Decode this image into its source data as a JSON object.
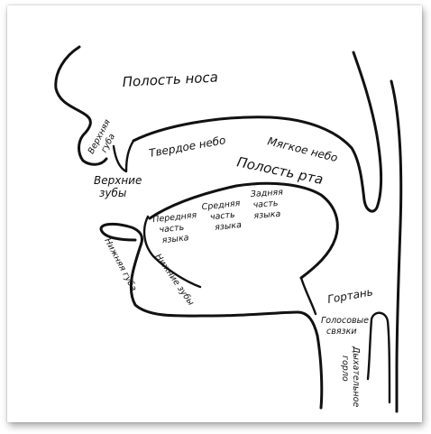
{
  "labels": {
    "nasal_cavity": "Полость носа",
    "upper_lip_1": "Верхняя",
    "upper_lip_2": "губа",
    "hard_palate": "Твердое небо",
    "soft_palate": "Мягкое небо",
    "oral_cavity": "Полость рта",
    "upper_teeth_1": "Верхние",
    "upper_teeth_2": "зубы",
    "front_tongue_1": "Передняя",
    "front_tongue_2": "часть",
    "front_tongue_3": "языка",
    "mid_tongue_1": "Средняя",
    "mid_tongue_2": "часть",
    "mid_tongue_3": "языка",
    "back_tongue_1": "Задняя",
    "back_tongue_2": "часть",
    "back_tongue_3": "языка",
    "lower_lip": "Нижняя губа",
    "lower_teeth": "Нижние зубы",
    "larynx": "Гортань",
    "vocal_cords_1": "Голосовые",
    "vocal_cords_2": "связки",
    "windpipe_1": "Дыхательное",
    "windpipe_2": "горло"
  }
}
